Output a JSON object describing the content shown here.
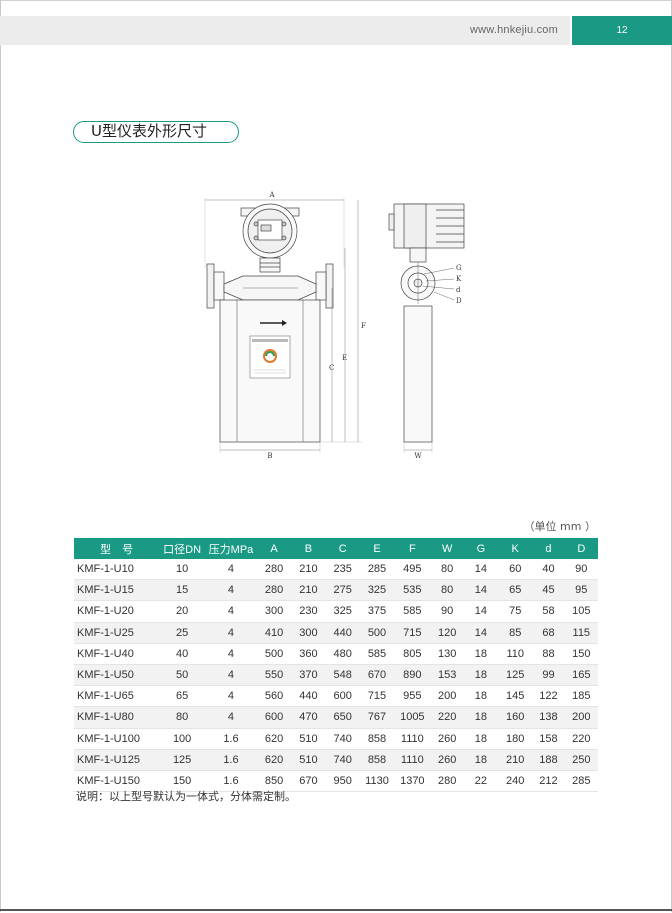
{
  "header": {
    "url": "www.hnkejiu.com",
    "page_number": "12"
  },
  "section_title": "U型仪表外形尺寸",
  "diagram": {
    "labels": {
      "A": "A",
      "B": "B",
      "C": "C",
      "E": "E",
      "F": "F",
      "W": "W",
      "G": "G",
      "K": "K",
      "d": "d",
      "D": "D"
    }
  },
  "unit_note": "（单位 mm ）",
  "table": {
    "headers": [
      "型　号",
      "口径DN",
      "压力MPa",
      "A",
      "B",
      "C",
      "E",
      "F",
      "W",
      "G",
      "K",
      "d",
      "D"
    ],
    "rows": [
      [
        "KMF-1-U10",
        "10",
        "4",
        "280",
        "210",
        "235",
        "285",
        "495",
        "80",
        "14",
        "60",
        "40",
        "90"
      ],
      [
        "KMF-1-U15",
        "15",
        "4",
        "280",
        "210",
        "275",
        "325",
        "535",
        "80",
        "14",
        "65",
        "45",
        "95"
      ],
      [
        "KMF-1-U20",
        "20",
        "4",
        "300",
        "230",
        "325",
        "375",
        "585",
        "90",
        "14",
        "75",
        "58",
        "105"
      ],
      [
        "KMF-1-U25",
        "25",
        "4",
        "410",
        "300",
        "440",
        "500",
        "715",
        "120",
        "14",
        "85",
        "68",
        "115"
      ],
      [
        "KMF-1-U40",
        "40",
        "4",
        "500",
        "360",
        "480",
        "585",
        "805",
        "130",
        "18",
        "110",
        "88",
        "150"
      ],
      [
        "KMF-1-U50",
        "50",
        "4",
        "550",
        "370",
        "548",
        "670",
        "890",
        "153",
        "18",
        "125",
        "99",
        "165"
      ],
      [
        "KMF-1-U65",
        "65",
        "4",
        "560",
        "440",
        "600",
        "715",
        "955",
        "200",
        "18",
        "145",
        "122",
        "185"
      ],
      [
        "KMF-1-U80",
        "80",
        "4",
        "600",
        "470",
        "650",
        "767",
        "1005",
        "220",
        "18",
        "160",
        "138",
        "200"
      ],
      [
        "KMF-1-U100",
        "100",
        "1.6",
        "620",
        "510",
        "740",
        "858",
        "1110",
        "260",
        "18",
        "180",
        "158",
        "220"
      ],
      [
        "KMF-1-U125",
        "125",
        "1.6",
        "620",
        "510",
        "740",
        "858",
        "1110",
        "260",
        "18",
        "210",
        "188",
        "250"
      ],
      [
        "KMF-1-U150",
        "150",
        "1.6",
        "850",
        "670",
        "950",
        "1130",
        "1370",
        "280",
        "22",
        "240",
        "212",
        "285"
      ]
    ]
  },
  "footnote": "说明：以上型号默认为一体式，分体需定制。",
  "colors": {
    "accent": "#1a9a85",
    "header_bg": "#ececec"
  }
}
